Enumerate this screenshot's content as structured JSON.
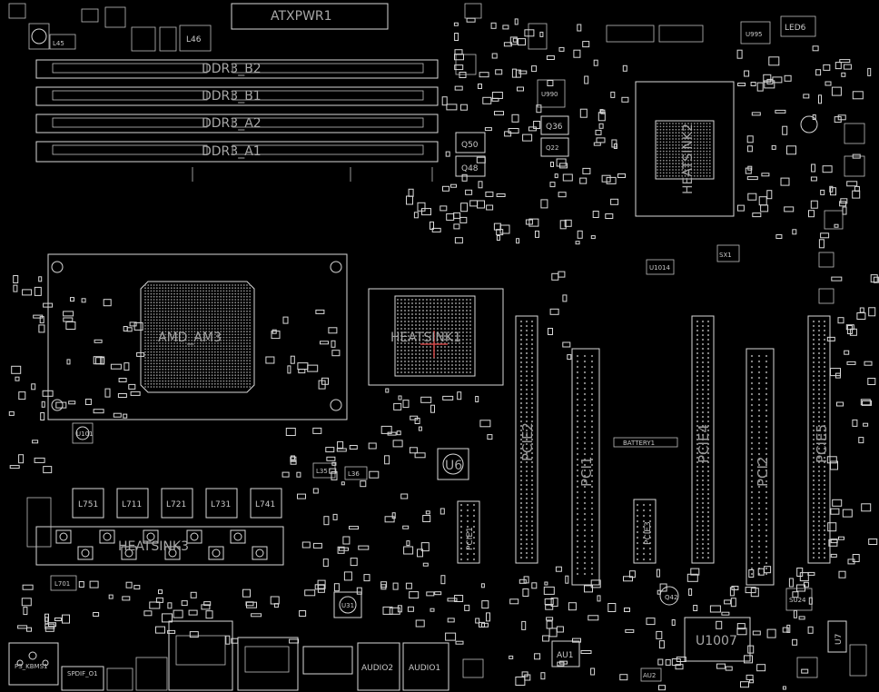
{
  "components": {
    "atx_power": "ATXPWR1",
    "dimm_slots": [
      "DDR3_B2",
      "DDR3_B1",
      "DDR3_A2",
      "DDR3_A1"
    ],
    "cpu_socket": "AMD_AM3",
    "chipset_heatsink": "HEATSINK1",
    "southbridge_heatsink": "HEATSINK2",
    "vrm_heatsink": "HEATSINK3",
    "inductors": [
      "L751",
      "L711",
      "L721",
      "L731",
      "L741",
      "L701",
      "L45",
      "L46"
    ],
    "pcie_slots": [
      "PCIE2",
      "PCI1",
      "PCIE4",
      "PCIE3",
      "PCI2",
      "PCIE5",
      "PCIE1"
    ],
    "ics": [
      "U6",
      "U1007",
      "AU1",
      "SU24",
      "U7",
      "Q50",
      "Q48",
      "Q36",
      "Q22",
      "Q42",
      "U1014",
      "U995",
      "U990",
      "U101",
      "U31"
    ],
    "misc": [
      "LED6",
      "SX1",
      "BATTERY1",
      "PS_KBMS1",
      "SPDIF_O1",
      "AUDIO2",
      "AUDIO1",
      "AU2",
      "L35",
      "L36"
    ]
  }
}
